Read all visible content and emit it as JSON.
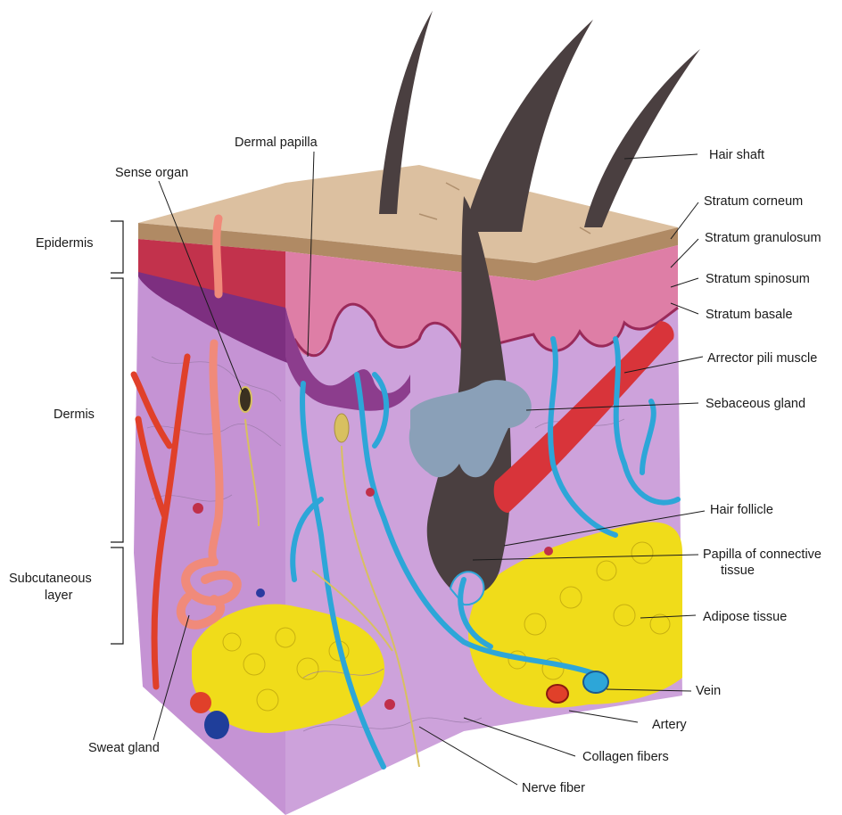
{
  "layers": {
    "epidermis": "Epidermis",
    "dermis": "Dermis",
    "subcutaneous_line1": "Subcutaneous",
    "subcutaneous_line2": "layer"
  },
  "labels": {
    "dermal_papilla": "Dermal papilla",
    "sense_organ": "Sense organ",
    "hair_shaft": "Hair shaft",
    "stratum_corneum": "Stratum corneum",
    "stratum_granulosum": "Stratum granulosum",
    "stratum_spinosum": "Stratum spinosum",
    "stratum_basale": "Stratum basale",
    "arrector_pili_muscle": "Arrector pili muscle",
    "sebaceous_gland": "Sebaceous gland",
    "hair_follicle": "Hair follicle",
    "papilla_line1": "Papilla of connective",
    "papilla_line2": "tissue",
    "adipose_tissue": "Adipose tissue",
    "vein": "Vein",
    "artery": "Artery",
    "collagen_fibers": "Collagen fibers",
    "nerve_fiber": "Nerve fiber",
    "sweat_gland": "Sweat gland"
  },
  "colors": {
    "surface": "#dcc0a0",
    "corneum": "#b89670",
    "epidermis_pink": "#d9709a",
    "epidermis_red": "#c0304a",
    "dermis": "#c79ad8",
    "dermis_dark": "#8a3a8a",
    "adipose": "#f2e21a",
    "vein_blue": "#2da6d8",
    "artery_red": "#e0402a",
    "hair": "#4a3f3f",
    "muscle": "#d8343a",
    "nerve": "#d8c060",
    "sweat_gland": "#f08a7a"
  }
}
